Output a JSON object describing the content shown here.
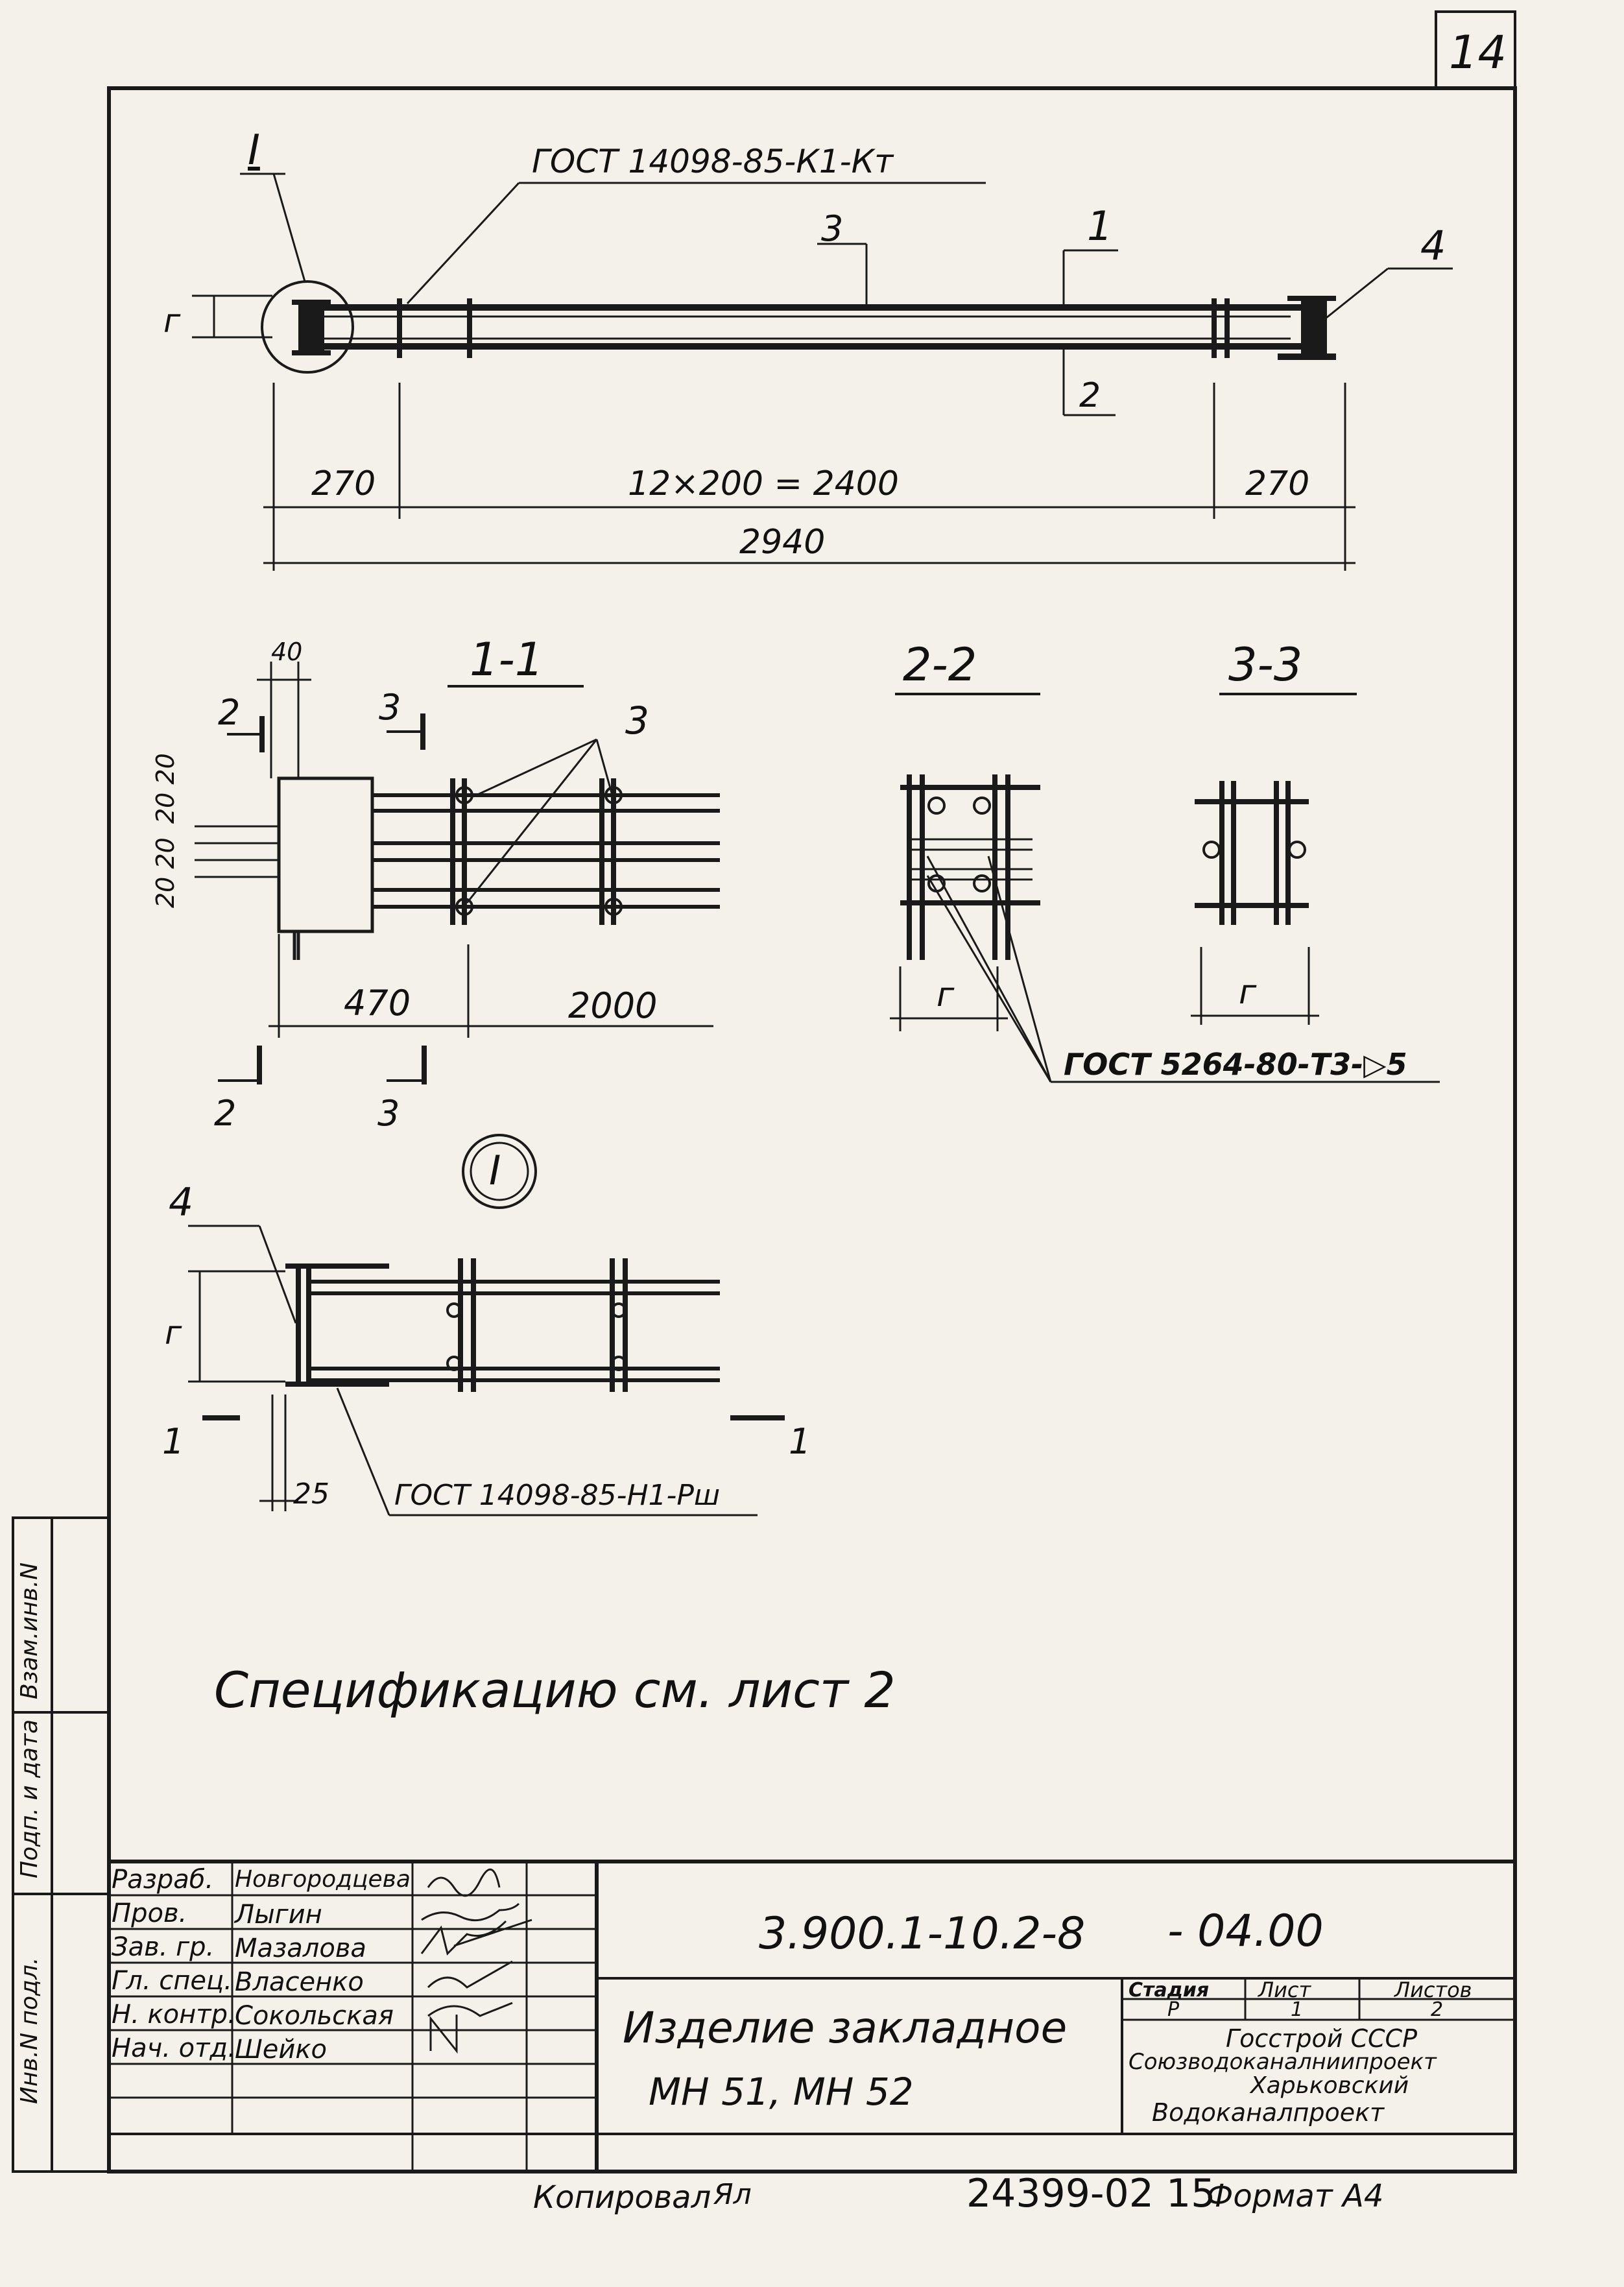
{
  "sheet_number_corner": "14",
  "drawing": {
    "callout_I": "I",
    "weld_top": "ГОСТ 14098-85-К1-Кт",
    "pos_3": "3",
    "pos_1": "1",
    "pos_4": "4",
    "pos_2": "2",
    "dim_g": "г",
    "dim_left": "270",
    "dim_mid": "12×200 = 2400",
    "dim_right": "270",
    "dim_total": "2940"
  },
  "section_1_1": {
    "title": "1-1",
    "cut_2_top": "2",
    "cut_3_top": "3",
    "cut_2_bottom": "2",
    "cut_3_bottom": "3",
    "pos_3": "3",
    "dim_40": "40",
    "dim_20_20_top": "20 20",
    "dim_20_20_bottom": "20 20",
    "dim_470": "470",
    "dim_2000": "2000"
  },
  "section_2_2": {
    "title": "2-2",
    "dim_g": "г"
  },
  "section_3_3": {
    "title": "3-3",
    "dim_g": "г"
  },
  "weld_sections": "ГОСТ 5264-80-Т3-▷5",
  "detail_I": {
    "title": "I",
    "pos_4": "4",
    "dim_g": "г",
    "dim_25": "25",
    "cut_1_left": "1",
    "cut_1_right": "1",
    "weld": "ГОСТ 14098-85-Н1-Рш"
  },
  "spec_note": "Спецификацию  см.  лист  2",
  "side_stamp": {
    "f1": "Взам.инв.N",
    "f2": "Подп. и дата",
    "f3": "Инв.N подл."
  },
  "title_block": {
    "rows": [
      {
        "role": "Разраб.",
        "name": "Новгородцева"
      },
      {
        "role": "Пров.",
        "name": "Лыгин"
      },
      {
        "role": "Зав. гр.",
        "name": "Мазалова"
      },
      {
        "role": "Гл. спец.",
        "name": "Власенко"
      },
      {
        "role": "Н. контр.",
        "name": "Сокольская"
      },
      {
        "role": "Нач. отд.",
        "name": "Шейко"
      }
    ],
    "designation": "3.900.1-10.2-8",
    "designation_suffix": "- 04.00",
    "item_name_1": "Изделие закладное",
    "item_name_2": "МН 51,  МН 52",
    "stage_header": "Стадия",
    "sheet_header": "Лист",
    "sheets_header": "Листов",
    "stage_value": "Р",
    "sheet_value": "1",
    "sheets_value": "2",
    "org_1": "Госстрой СССР",
    "org_2": "Союзводоканалниипроект",
    "org_3": "Харьковский",
    "org_4": "Водоканалпроект"
  },
  "footer": {
    "copied_label": "Копировал",
    "copied_sign": "Ял",
    "order_number": "24399-02  15",
    "format_label": "Формат А4"
  }
}
